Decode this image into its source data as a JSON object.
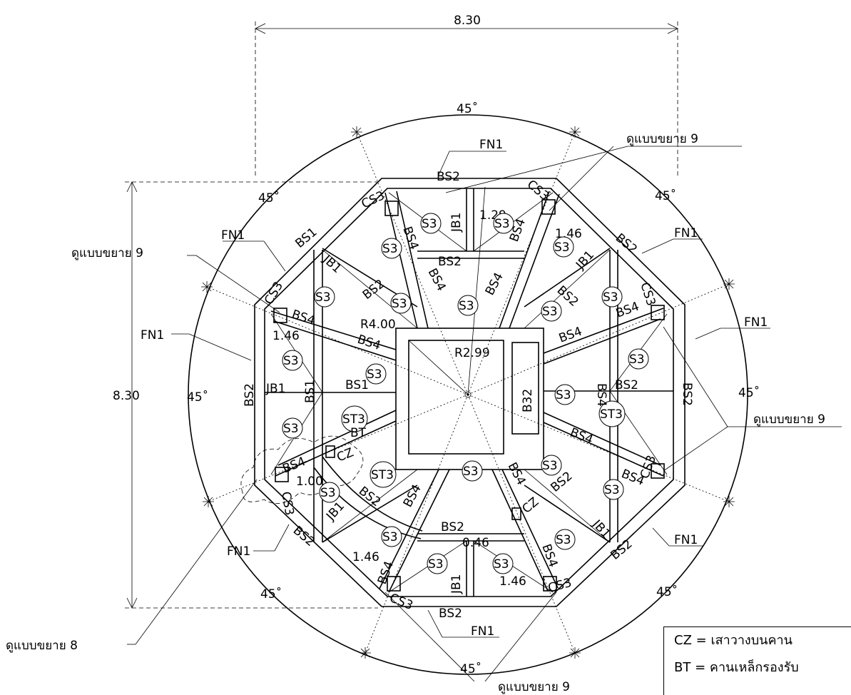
{
  "dimensions": {
    "width": "8.30",
    "height": "8.30"
  },
  "angles": [
    "45˚",
    "45˚",
    "45˚",
    "45˚",
    "45˚",
    "45˚",
    "45˚",
    "45˚"
  ],
  "radii": {
    "outer": "R4.00",
    "inner": "R2.99"
  },
  "measures": [
    "1.29",
    "1.46",
    "1.46",
    "1.46",
    "1.46",
    "0.46",
    "1.00"
  ],
  "callouts": {
    "detail9": "ดูแบบขยาย 9",
    "detail8": "ดูแบบขยาย 8",
    "fn1": "FN1"
  },
  "slabs": [
    "S3",
    "ST3"
  ],
  "beams": [
    "BS1",
    "BS2",
    "BS4",
    "B32",
    "JB1",
    "BT",
    "CZ",
    "CS3"
  ],
  "legend": [
    {
      "code": "CZ",
      "eq": "=",
      "desc": "เสาวางบนคาน"
    },
    {
      "code": "BT",
      "eq": "=",
      "desc": "คานเหล็กรองรับ"
    }
  ]
}
